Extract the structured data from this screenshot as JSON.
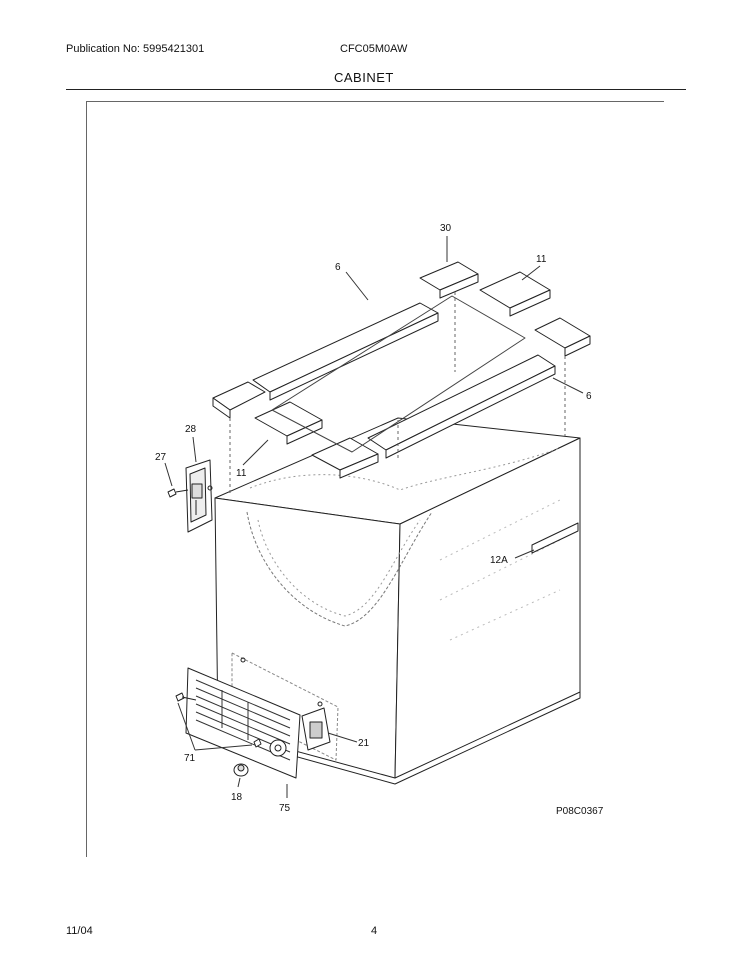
{
  "header": {
    "publication": "Publication No: 5995421301",
    "model": "CFC05M0AW",
    "section_title": "CABINET"
  },
  "diagram": {
    "callouts": [
      "30",
      "6",
      "11",
      "6",
      "11",
      "28",
      "27",
      "12A",
      "21",
      "71",
      "18",
      "75"
    ],
    "drawing_number": "P08C0367"
  },
  "footer": {
    "date": "11/04",
    "page": "4"
  }
}
